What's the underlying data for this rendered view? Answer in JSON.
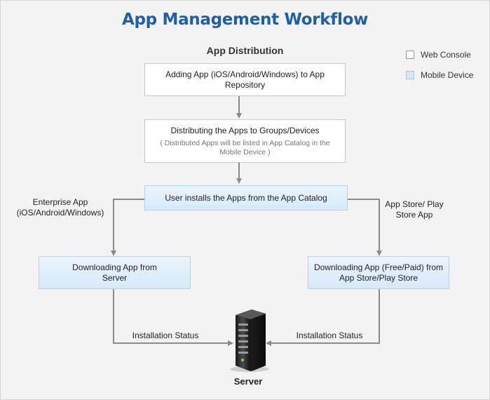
{
  "title": "App Management Workflow",
  "subtitle": "App Distribution",
  "legend": {
    "web": {
      "label": "Web Console",
      "color": "#ffffff"
    },
    "mobile": {
      "label": "Mobile Device",
      "color": "#d6e9fa"
    }
  },
  "steps": {
    "adding": "Adding App (iOS/Android/Windows) to App Repository",
    "distributing": "Distributing the Apps to Groups/Devices",
    "distributing_note": "( Distributed Apps will be listed in App Catalog in the Mobile Device )",
    "install": "User installs the Apps from the App Catalog",
    "download_server": "Downloading App from Server",
    "download_store": "Downloading App (Free/Paid) from App Store/Play Store"
  },
  "labels": {
    "enterprise": "Enterprise App (iOS/Android/Windows)",
    "store": "App Store/ Play Store App",
    "status_left": "Installation Status",
    "status_right": "Installation Status",
    "server": "Server"
  },
  "colors": {
    "connector": "#8a8a8a",
    "title": "#1f5fa8"
  }
}
